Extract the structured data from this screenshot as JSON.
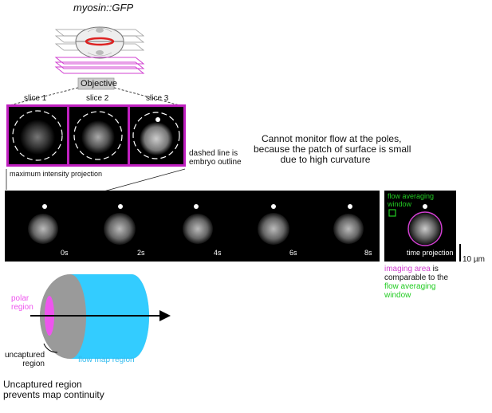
{
  "title": "myosin::GFP",
  "objective_label": "Objective",
  "slices": [
    "slice 1",
    "slice 2",
    "slice 3"
  ],
  "dashed_note": [
    "dashed line is",
    "embryo outline"
  ],
  "mip_label": "maximum intensity projection",
  "flow_note": [
    "Cannot monitor flow at the poles,",
    "because the patch of surface is small",
    "due to high curvature"
  ],
  "timepoints": [
    "0s",
    "2s",
    "4s",
    "6s",
    "8s"
  ],
  "window_label": [
    "flow averaging",
    "window"
  ],
  "time_projection": "time projection",
  "scale_bar": "10 µm",
  "imaging_note": {
    "part1": "imaging area",
    "part2": " is",
    "line2": "comparable to the",
    "line3": "flow averaging",
    "line4": "window"
  },
  "cylinder": {
    "polar": [
      "polar",
      "region"
    ],
    "uncaptured": [
      "uncaptured",
      "region"
    ],
    "flow_map": "flow map region"
  },
  "conclusion": [
    "Uncaptured region",
    "prevents map continuity"
  ],
  "colors": {
    "magenta": "#d040d0",
    "green": "#22cc22",
    "cyan": "#33ccff",
    "red": "#dd2222"
  }
}
